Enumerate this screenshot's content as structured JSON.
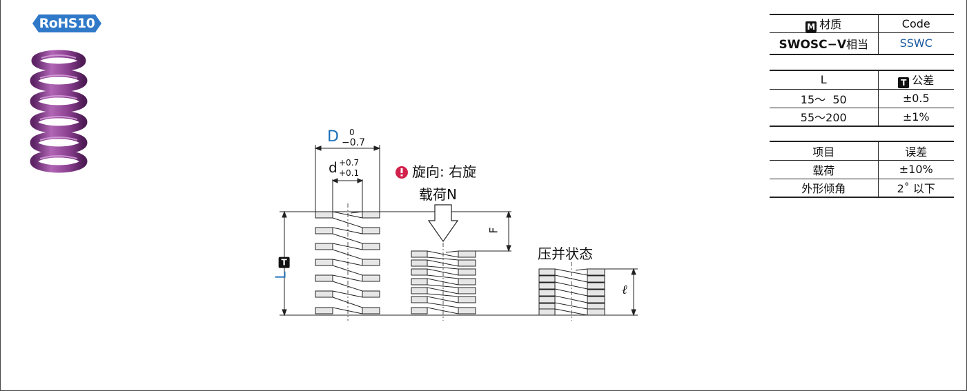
{
  "badge": {
    "label": "RoHS10"
  },
  "drawing": {
    "outer_dia_symbol": "D",
    "outer_dia_tol_upper": "0",
    "outer_dia_tol_lower": "−0.7",
    "wire_dia_symbol": "d",
    "wire_dia_tol_upper": "+0.7",
    "wire_dia_tol_lower": "+0.1",
    "length_symbol": "L",
    "tolerance_marker": "T",
    "direction_label": "旋向: 右旋",
    "load_label": "载荷N",
    "deflection_symbol": "F",
    "solid_state_label": "压并状态",
    "solid_length_symbol": "ℓ"
  },
  "material_table": {
    "header_icon": "M",
    "header_material": "材质",
    "header_code": "Code",
    "material_bold": "SWOSC−V",
    "material_suffix": "相当",
    "code": "SSWC"
  },
  "length_table": {
    "header_length": "L",
    "header_icon": "T",
    "header_tolerance": "公差",
    "rows": [
      {
        "range": "15～  50",
        "tolerance": "±0.5"
      },
      {
        "range": "55～200",
        "tolerance": "±1%"
      }
    ]
  },
  "error_table": {
    "header_item": "项目",
    "header_error": "误差",
    "rows": [
      {
        "item": "载荷",
        "error": "±10%"
      },
      {
        "item": "外形倾角",
        "error": "2˚ 以下"
      }
    ]
  },
  "colors": {
    "spring_purple": "#8a3f8f",
    "badge_blue": "#2f79c8",
    "dim_blue": "#1a6fb8",
    "warning_red": "#d1224c"
  }
}
